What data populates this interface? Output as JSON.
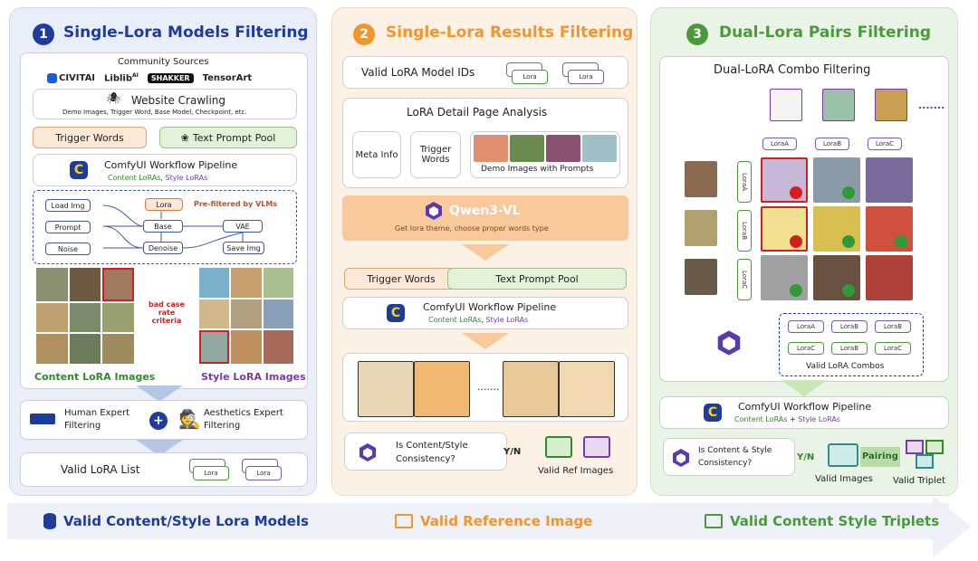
{
  "panel1": {
    "number": "1",
    "title": "Single-Lora Models Filtering",
    "community_sources_label": "Community Sources",
    "sources": [
      "CIVITAI",
      "Liblib",
      "SHAKKER",
      "TensorArt"
    ],
    "sources_ai_suffix": "AI",
    "crawl_title": "Website Crawling",
    "crawl_sub": "Demo Images, Trigger Word, Base Model, Checkpoint, etc.",
    "trigger_words": "Trigger Words",
    "text_prompt_pool": "Text Prompt Pool",
    "comfy_title": "ComfyUI Workflow Pipeline",
    "comfy_content": "Content LoRAs",
    "comfy_sep": ", ",
    "comfy_style": "Style LoRAs",
    "nodes": {
      "load_img": "Load Img",
      "prompt": "Prompt",
      "noise": "Noise",
      "lora": "Lora",
      "base": "Base",
      "denoise": "Denoise",
      "vae": "VAE",
      "save_img": "Save Img"
    },
    "prefilter": "Pre-filtered by VLMs",
    "bad_case": "bad case rate criteria",
    "content_images_label": "Content LoRA Images",
    "style_images_label": "Style LoRA Images",
    "human_filter": "Human Expert Filtering",
    "aesthetics_filter": "Aesthetics Expert Filtering",
    "plus": "+",
    "valid_list": "Valid LoRA List",
    "lora_tag": "Lora"
  },
  "panel2": {
    "number": "2",
    "title": "Single-Lora Results Filtering",
    "valid_ids": "Valid LoRA Model IDs",
    "detail_title": "LoRA Detail Page Analysis",
    "meta_info": "Meta Info",
    "trigger_words_box": "Trigger Words",
    "demo_images": "Demo Images with Prompts",
    "qwen_title": "Qwen3-VL",
    "qwen_sub": "Get lora theme, choose proper words type",
    "trigger_words": "Trigger Words",
    "text_prompt_pool": "Text Prompt Pool",
    "comfy_title": "ComfyUI Workflow Pipeline",
    "comfy_content": "Content LoRAs",
    "comfy_sep": ", ",
    "comfy_style": "Style LoRAs",
    "ellipsis": ".......",
    "consistency_q": "Is Content/Style Consistency?",
    "yn": "Y/N",
    "valid_ref": "Valid Ref Images",
    "lora_tag": "Lora"
  },
  "panel3": {
    "number": "3",
    "title": "Dual-Lora Pairs Filtering",
    "combo_title": "Dual-LoRA Combo Filtering",
    "col_labels": [
      "LoraA",
      "LoraB",
      "LoraC"
    ],
    "row_labels": [
      "LoraA",
      "LoraB",
      "LoraC"
    ],
    "dots": ".......",
    "combos_row1": [
      "LoraA",
      "LoraB",
      "LoraB"
    ],
    "combos_row2": [
      "LoraC",
      "LoraB",
      "LoraC"
    ],
    "valid_combos": "Valid LoRA Combos",
    "comfy_title": "ComfyUI Workflow Pipeline",
    "comfy_content": "Content LoRAs",
    "comfy_plus": "+",
    "comfy_style": "Style LoRAs",
    "consistency_q": "Is Content & Style Consistency?",
    "yn": "Y/N",
    "pairing": "Pairing",
    "valid_images": "Valid Images",
    "valid_triplet": "Valid Triplet"
  },
  "bottom": {
    "item1": "Valid Content/Style Lora Models",
    "item2": "Valid Reference Image",
    "item3": "Valid Content Style Triplets"
  },
  "colors": {
    "blue": "#1f3b9b",
    "orange": "#f0962e",
    "green": "#4a9a3a",
    "purple": "#7a3aa8"
  }
}
